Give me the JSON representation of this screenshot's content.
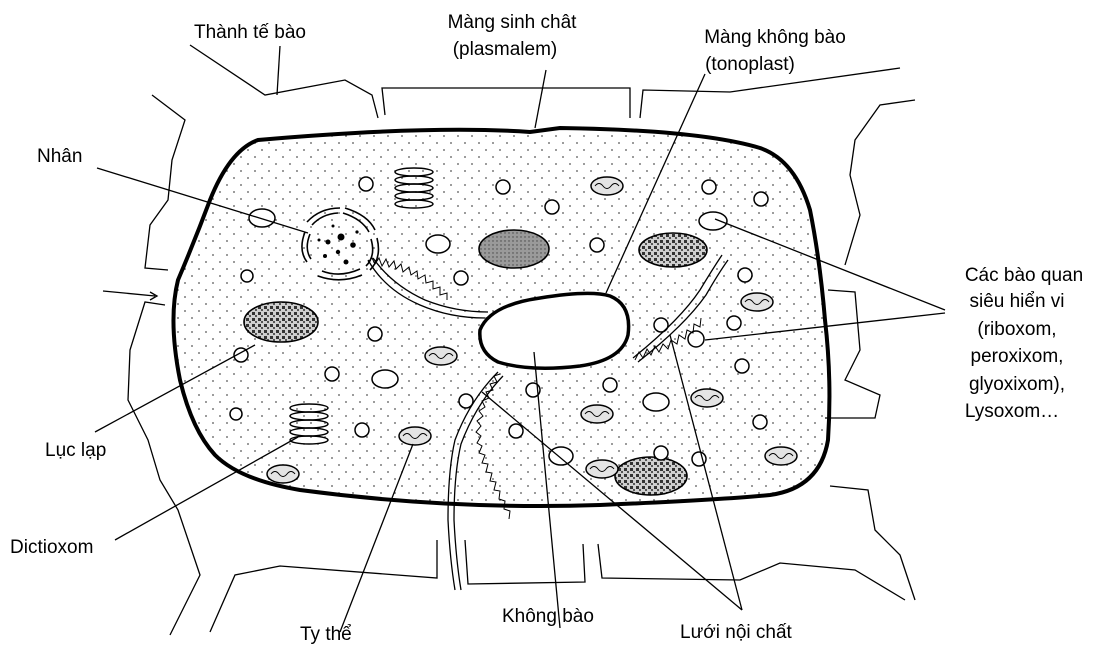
{
  "labels": {
    "cell_wall": "Thành tế bào",
    "plasma_membrane_1": "Màng sinh chât",
    "plasma_membrane_2": "(plasmalem)",
    "tonoplast_1": "Màng không bào",
    "tonoplast_2": "(tonoplast)",
    "nucleus": "Nhân",
    "organelles_1": "Các bào quan",
    "organelles_2": "siêu hiển vi",
    "organelles_3": "(riboxom,",
    "organelles_4": "peroxixom,",
    "organelles_5": "glyoxixom),",
    "organelles_6": "Lysoxom…",
    "chloroplast": "Lục lạp",
    "dictyosome": "Dictioxom",
    "mitochondria": "Ty thể",
    "vacuole": "Không bào",
    "er": "Lưới nội chất"
  }
}
